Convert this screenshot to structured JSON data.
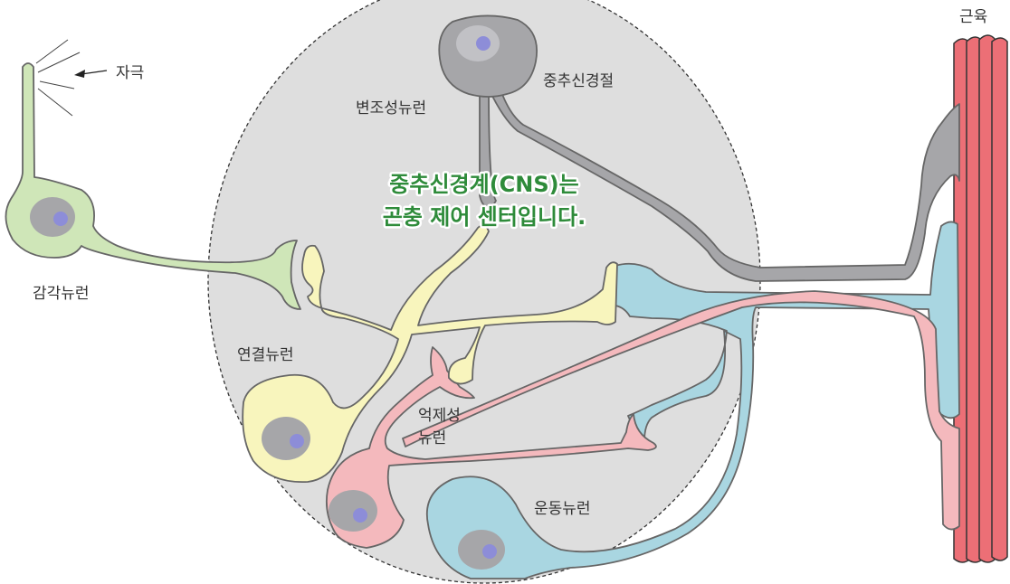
{
  "title_lines": [
    "중추신경계(CNS)는",
    "곤충 제어 센터입니다."
  ],
  "labels": {
    "stimulus": "자극",
    "sensory_neuron": "감각뉴런",
    "modulatory_neuron": "변조성뉴런",
    "central_ganglion": "중추신경절",
    "interneuron": "연결뉴런",
    "inhibitory_neuron_line1": "억제성",
    "inhibitory_neuron_line2": "뉴런",
    "motor_neuron": "운동뉴런",
    "muscle": "근육"
  },
  "colors": {
    "title": "#2e8b3a",
    "cns_circle": "#dedede",
    "sensory": "#cfe6b8",
    "modulatory": "#a6a6a9",
    "interneuron": "#f8f5bd",
    "inhibitory": "#f4b9bd",
    "motor": "#a9d6e1",
    "muscle": "#ec6f76",
    "nucleus": "#8d8dd8"
  }
}
